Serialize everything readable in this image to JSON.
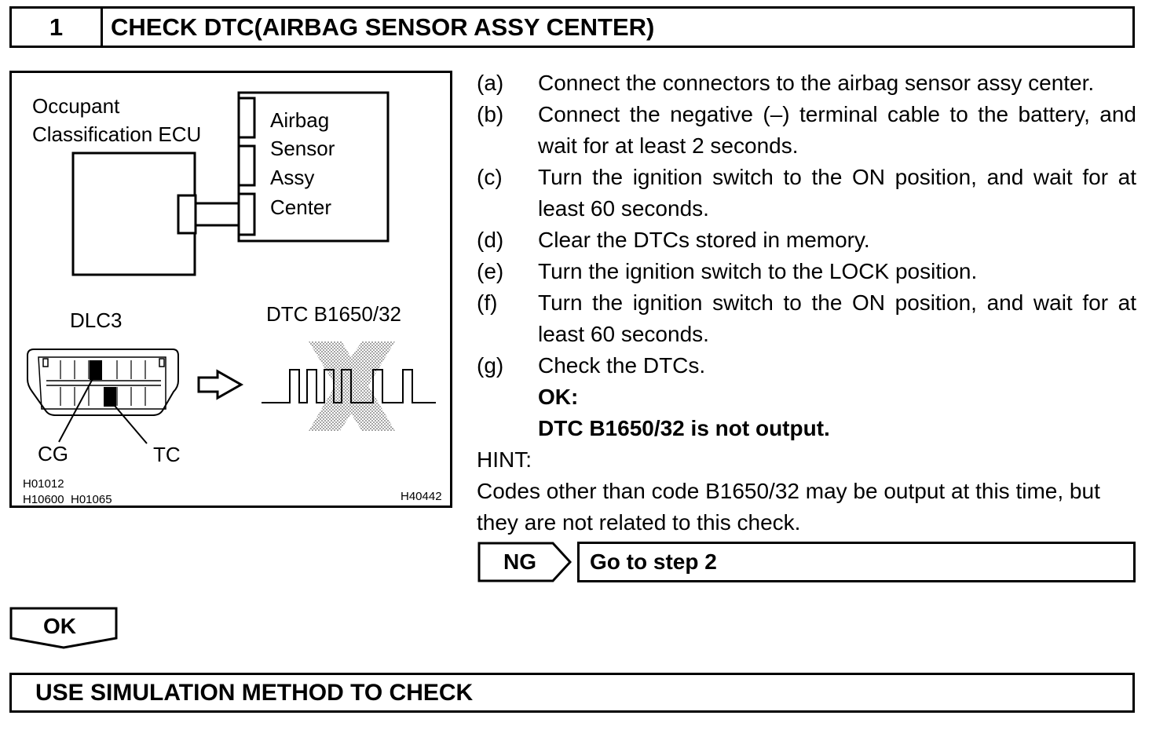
{
  "header": {
    "step_number": "1",
    "title": "CHECK DTC(AIRBAG SENSOR ASSY CENTER)"
  },
  "figure": {
    "ecu_label_1": "Occupant",
    "ecu_label_2": "Classification ECU",
    "sensor_label_1": "Airbag",
    "sensor_label_2": "Sensor",
    "sensor_label_3": "Assy",
    "sensor_label_4": "Center",
    "dlc_label": "DLC3",
    "dtc_label": "DTC B1650/32",
    "cg_label": "CG",
    "tc_label": "TC",
    "code_1": "H01012",
    "code_2": "H10600",
    "code_3": "H01065",
    "code_4": "H40442"
  },
  "steps": [
    {
      "key": "(a)",
      "text": "Connect the connectors to the airbag sensor assy center."
    },
    {
      "key": "(b)",
      "text": "Connect the negative (–) terminal cable to the battery, and wait for at least 2 seconds."
    },
    {
      "key": "(c)",
      "text": "Turn the ignition switch to the ON position, and wait for at least 60 seconds."
    },
    {
      "key": "(d)",
      "text": "Clear the DTCs stored in memory."
    },
    {
      "key": "(e)",
      "text": "Turn the ignition switch to the LOCK position."
    },
    {
      "key": "(f)",
      "text": "Turn the ignition switch to the ON position, and wait for at least 60 seconds."
    },
    {
      "key": "(g)",
      "text": "Check the DTCs."
    }
  ],
  "ok_condition": {
    "label": "OK:",
    "text": "DTC B1650/32 is not output."
  },
  "hint": {
    "label": "HINT:",
    "text": "Codes other than code B1650/32 may be output at this time, but they are not related to this check."
  },
  "ng": {
    "label": "NG",
    "action": "Go to step 2"
  },
  "ok_arrow": {
    "label": "OK"
  },
  "footer": {
    "text": "USE SIMULATION METHOD TO CHECK"
  }
}
